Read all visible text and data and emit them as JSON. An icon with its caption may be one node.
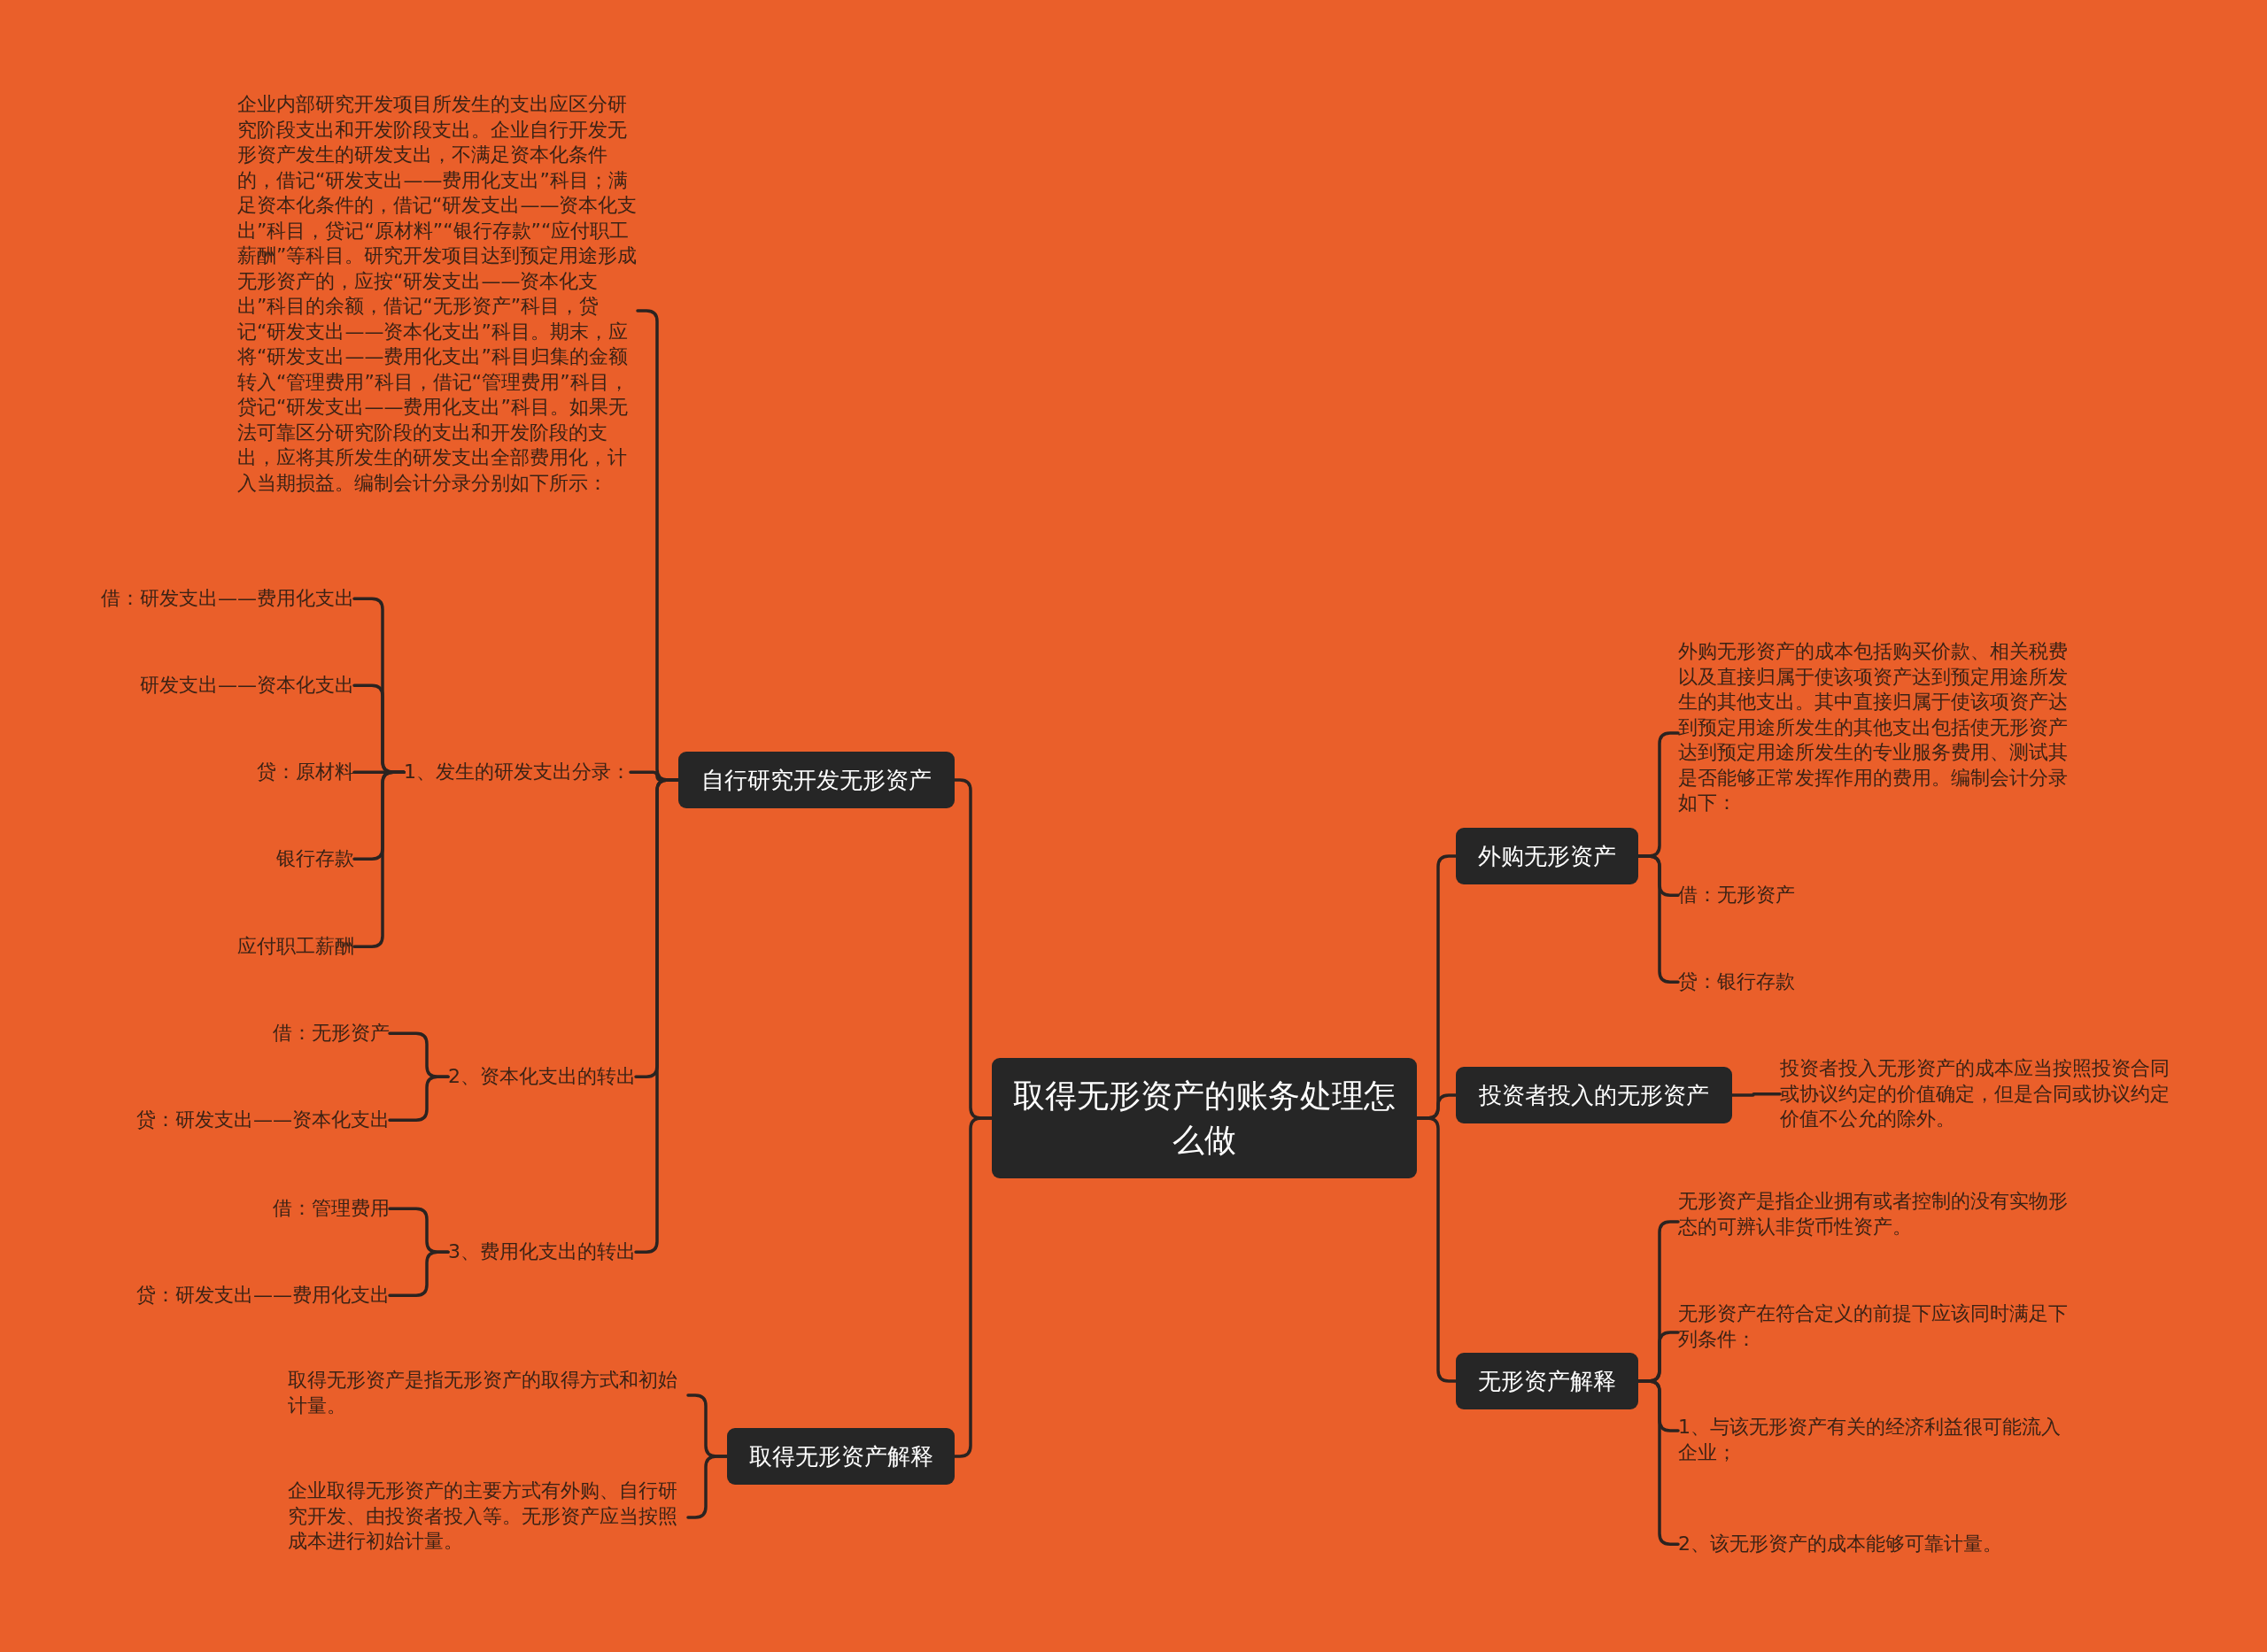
{
  "diagram": {
    "nodes": [
      {
        "text": [
          "取得无形资产的账务处理怎么做"
        ]
      },
      {
        "text": [
          "自行研究开发无形资产"
        ]
      },
      {
        "text": [
          "企业内部研究开发项目所发生的支出应区分研究阶段支出和开发阶段支出。企业自行开发无形资产发生的研发支出，不满足资本化条件的，借记“研发支出——费用化支出”科目；满足资本化条件的，借记“研发支出——资本化支出”科目，贷记“原材料”“银行存款”“应付职工薪酬”等科目。研究开发项目达到预定用途形成无形资产的，应按“研发支出——资本化支出”科目的余额，借记“无形资产”科目，贷记“研发支出——资本化支出”科目。期末，应将“研发支出——费用化支出”科目归集的金额转入“管理费用”科目，借记“管理费用”科目，贷记“研发支出——费用化支出”科目。如果无法可靠区分研究阶段的支出和开发阶段的支出，应将其所发生的研发支出全部费用化，计入当期损益。编制会计分录分别如下所示："
        ]
      },
      {
        "text": [
          "1、发生的研发支出分录："
        ]
      },
      {
        "text": [
          "借：研发支出——费用化支出"
        ]
      },
      {
        "text": [
          "研发支出——资本化支出"
        ]
      },
      {
        "text": [
          "贷：原材料"
        ]
      },
      {
        "text": [
          "银行存款"
        ]
      },
      {
        "text": [
          "应付职工薪酬"
        ]
      },
      {
        "text": [
          "2、资本化支出的转出"
        ]
      },
      {
        "text": [
          "借：无形资产"
        ]
      },
      {
        "text": [
          "贷：研发支出——资本化支出"
        ]
      },
      {
        "text": [
          "3、费用化支出的转出"
        ]
      },
      {
        "text": [
          "借：管理费用"
        ]
      },
      {
        "text": [
          "贷：研发支出——费用化支出"
        ]
      },
      {
        "text": [
          "取得无形资产解释"
        ]
      },
      {
        "text": [
          "取得无形资产是指无形资产的取得方式和初始计量。"
        ]
      },
      {
        "text": [
          "企业取得无形资产的主要方式有外购、自行研究开发、由投资者投入等。无形资产应当按照成本进行初始计量。"
        ]
      },
      {
        "text": [
          "外购无形资产"
        ]
      },
      {
        "text": [
          "外购无形资产的成本包括购买价款、相关税费以及直接归属于使该项资产达到预定用途所发生的其他支出。其中直接归属于使该项资产达到预定用途所发生的其他支出包括使无形资产达到预定用途所发生的专业服务费用、测试其是否能够正常发挥作用的费用。编制会计分录如下："
        ]
      },
      {
        "text": [
          "借：无形资产"
        ]
      },
      {
        "text": [
          "贷：银行存款"
        ]
      },
      {
        "text": [
          "投资者投入的无形资产"
        ]
      },
      {
        "text": [
          "投资者投入无形资产的成本应当按照投资合同或协议约定的价值确定，但是合同或协议约定价值不公允的除外。"
        ]
      },
      {
        "text": [
          "无形资产解释"
        ]
      },
      {
        "text": [
          "无形资产是指企业拥有或者控制的没有实物形态的可辨认非货币性资产。"
        ]
      },
      {
        "text": [
          "无形资产在符合定义的前提下应该同时满足下列条件："
        ]
      },
      {
        "text": [
          "1、与该无形资产有关的经济利益很可能流入企业；"
        ]
      },
      {
        "text": [
          "2、该无形资产的成本能够可靠计量。"
        ]
      }
    ],
    "edges": [
      {
        "from": 0,
        "to": 1,
        "arrow": "none"
      },
      {
        "from": 1,
        "to": 2,
        "arrow": "none"
      },
      {
        "from": 1,
        "to": 3,
        "arrow": "none"
      },
      {
        "from": 3,
        "to": 4,
        "arrow": "none"
      },
      {
        "from": 3,
        "to": 5,
        "arrow": "none"
      },
      {
        "from": 3,
        "to": 6,
        "arrow": "none"
      },
      {
        "from": 3,
        "to": 7,
        "arrow": "none"
      },
      {
        "from": 3,
        "to": 8,
        "arrow": "none"
      },
      {
        "from": 1,
        "to": 9,
        "arrow": "none"
      },
      {
        "from": 9,
        "to": 10,
        "arrow": "none"
      },
      {
        "from": 9,
        "to": 11,
        "arrow": "none"
      },
      {
        "from": 1,
        "to": 12,
        "arrow": "none"
      },
      {
        "from": 12,
        "to": 13,
        "arrow": "none"
      },
      {
        "from": 12,
        "to": 14,
        "arrow": "none"
      },
      {
        "from": 0,
        "to": 15,
        "arrow": "none"
      },
      {
        "from": 15,
        "to": 16,
        "arrow": "none"
      },
      {
        "from": 15,
        "to": 17,
        "arrow": "none"
      },
      {
        "from": 0,
        "to": 18,
        "arrow": "none"
      },
      {
        "from": 18,
        "to": 19,
        "arrow": "none"
      },
      {
        "from": 18,
        "to": 20,
        "arrow": "none"
      },
      {
        "from": 18,
        "to": 21,
        "arrow": "none"
      },
      {
        "from": 0,
        "to": 22,
        "arrow": "none"
      },
      {
        "from": 22,
        "to": 23,
        "arrow": "none"
      },
      {
        "from": 0,
        "to": 24,
        "arrow": "none"
      },
      {
        "from": 24,
        "to": 25,
        "arrow": "none"
      },
      {
        "from": 24,
        "to": 26,
        "arrow": "none"
      },
      {
        "from": 24,
        "to": 27,
        "arrow": "none"
      },
      {
        "from": 24,
        "to": 28,
        "arrow": "none"
      }
    ]
  }
}
